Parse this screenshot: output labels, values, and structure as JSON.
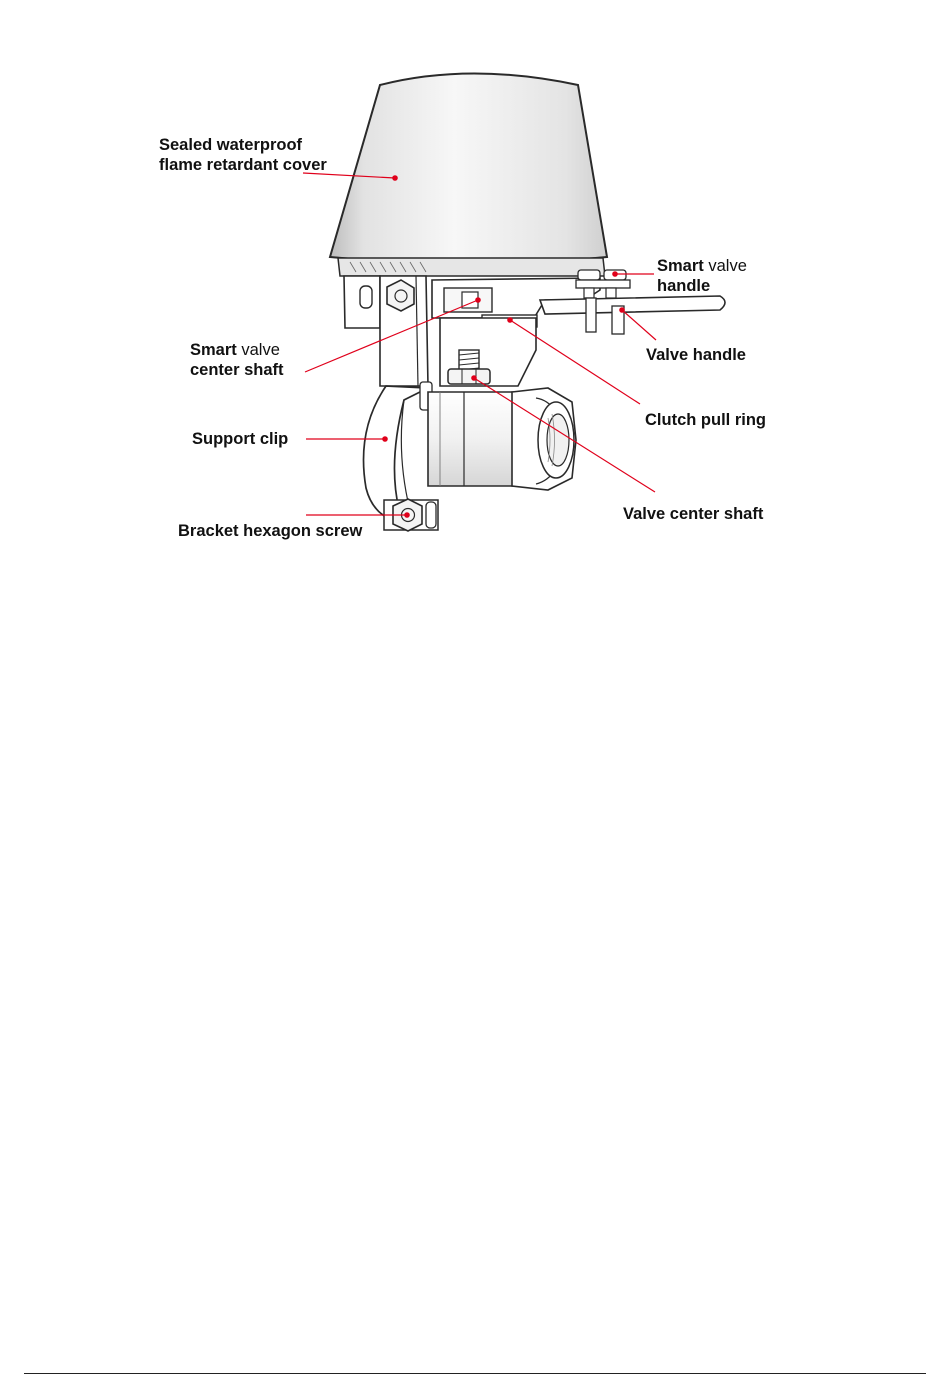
{
  "colors": {
    "leader": "#e0001b",
    "line": "#2a2a2a",
    "text": "#111111",
    "shade": "#d9d9d9"
  },
  "labels": {
    "cover": {
      "line1": "Sealed waterproof",
      "line2": "flame retardant cover"
    },
    "smart_handle": {
      "line1a": "Smart",
      "line1b": " valve",
      "line2": "handle"
    },
    "smart_shaft": {
      "line1a": "Smart",
      "line1b": " valve",
      "line2": "center shaft"
    },
    "valve_handle": "Valve handle",
    "clutch": "Clutch pull ring",
    "support": "Support clip",
    "valve_shaft": "Valve center shaft",
    "bracket": "Bracket hexagon screw"
  }
}
